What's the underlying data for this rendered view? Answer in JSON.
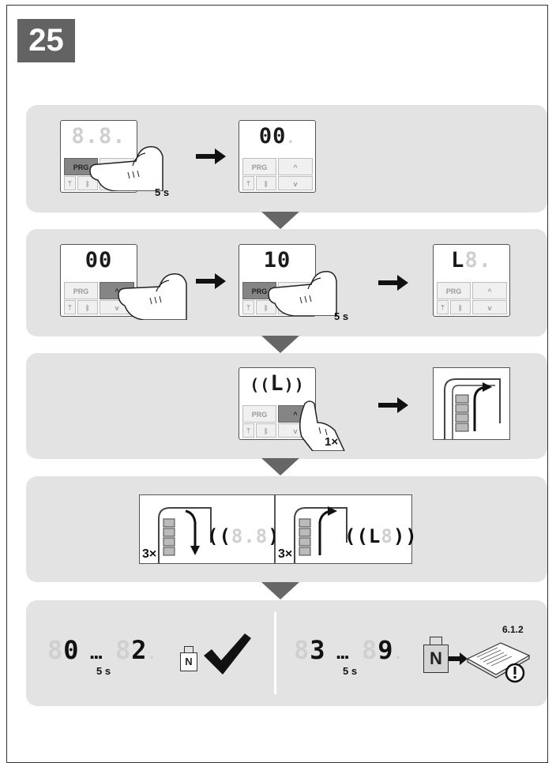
{
  "step_number": "25",
  "device_buttons": {
    "prg": "PRG",
    "up": "^",
    "down": "v",
    "bluetooth": "ᛒ",
    "antenna": "((•))"
  },
  "row1": {
    "dev_a_display_on": "",
    "dev_a_display_off": "8.8.",
    "dev_a_press_time": "5 s",
    "dev_b_display_on": "00",
    "dev_b_display_off": "."
  },
  "row2": {
    "dev_a_display_on": "00",
    "dev_b_display_on": "10",
    "dev_b_press_time": "5 s",
    "dev_c_display_on": "L",
    "dev_c_display_off": "8."
  },
  "row3": {
    "dev_display_on": "L",
    "dev_display_blink": "(( ))",
    "press_count": "1×"
  },
  "row4": {
    "left_count": "3×",
    "right_count": "3×"
  },
  "row5": {
    "left_first_on": "0",
    "left_first_off": "8",
    "left_second_on": "2",
    "left_second_off": "8",
    "left_time": "5 s",
    "right_first_on": "3",
    "right_first_off": "8",
    "right_second_on": "9",
    "right_second_off": "8",
    "right_time": "5 s",
    "ellipsis": "...",
    "n_label": "N",
    "section_ref": "6.1.2"
  }
}
